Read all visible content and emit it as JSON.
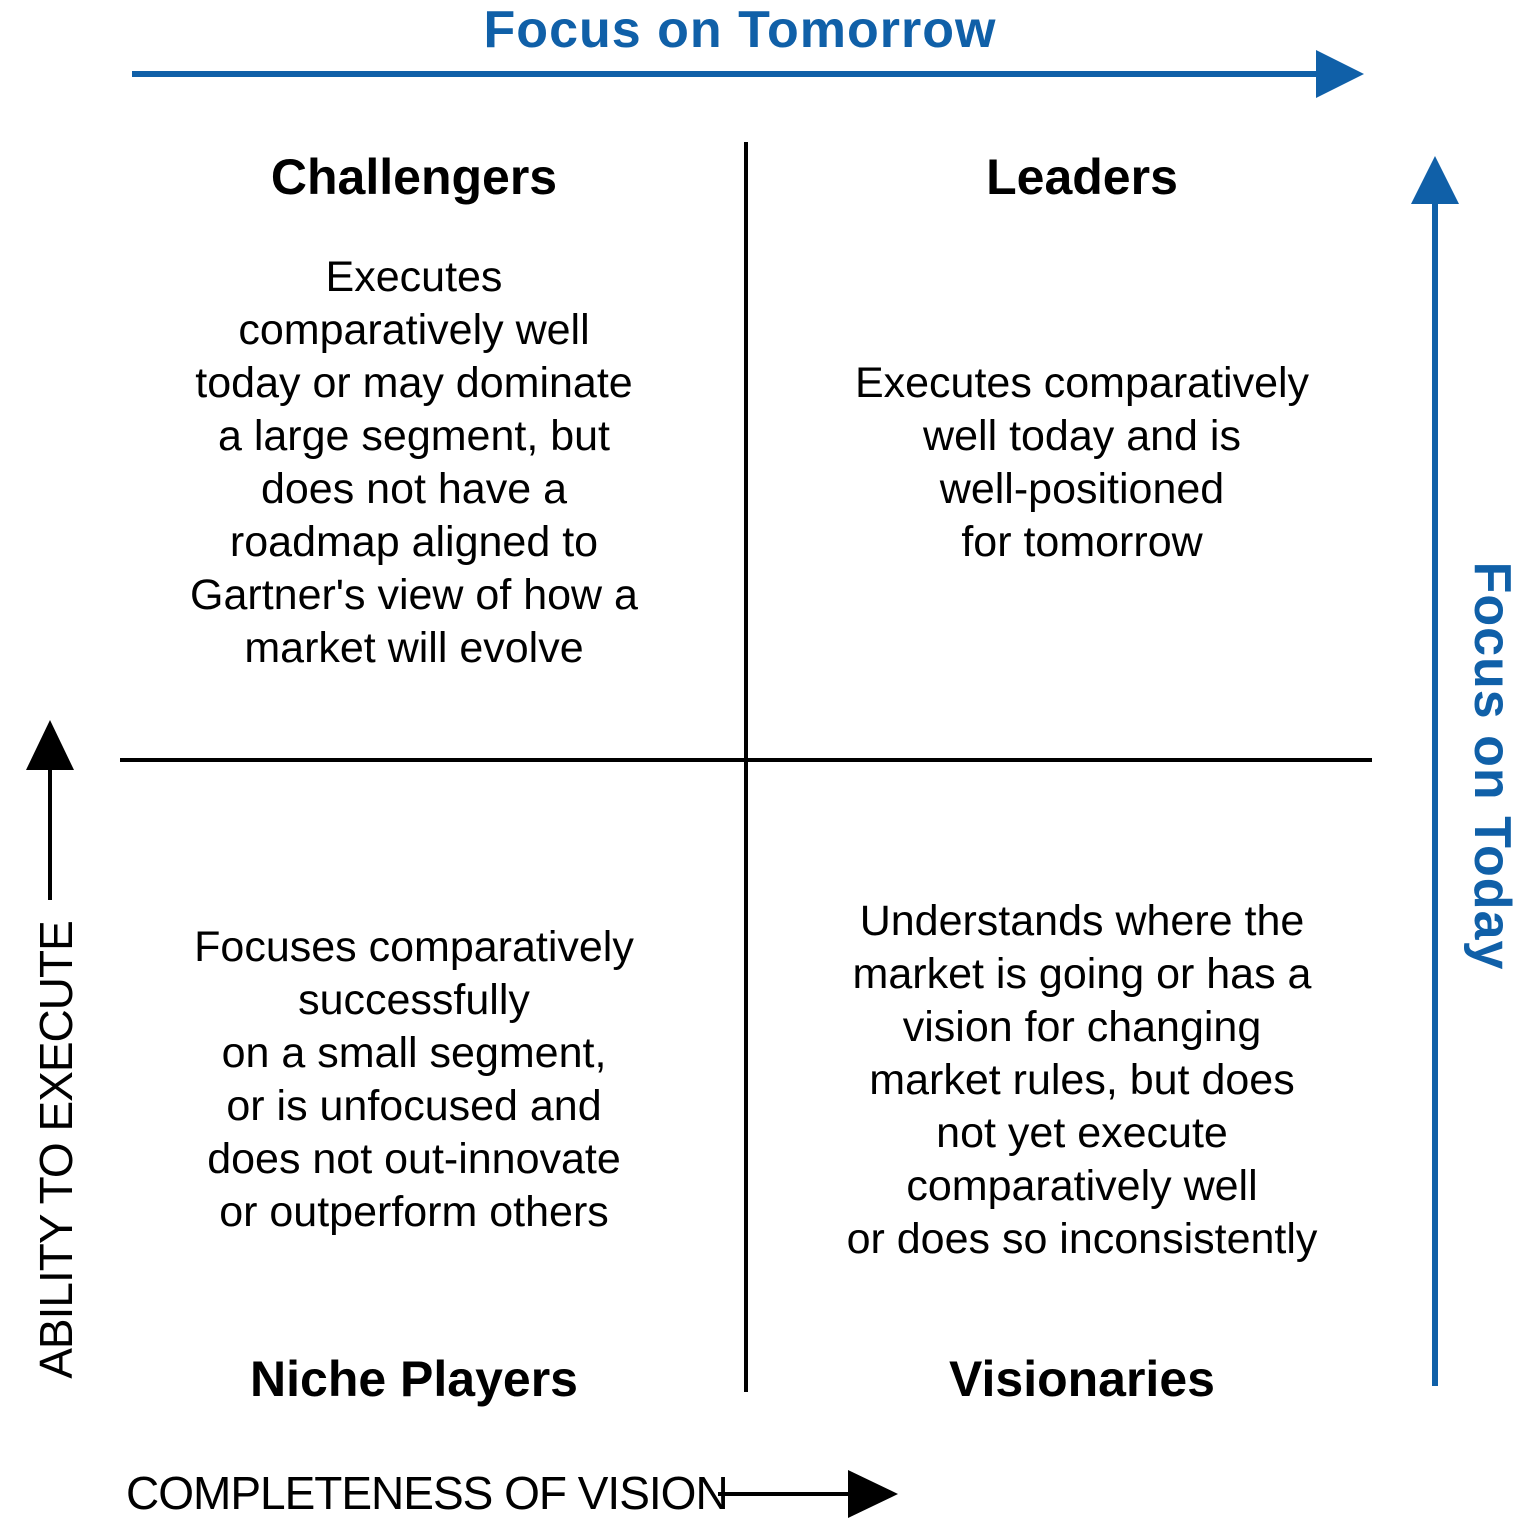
{
  "axes": {
    "top_focus": "Focus on Tomorrow",
    "right_focus": "Focus on Today",
    "y_axis": "ABILITY TO EXECUTE",
    "x_axis": "COMPLETENESS OF VISION"
  },
  "quadrants": {
    "challengers": {
      "title": "Challengers",
      "lines": [
        "Executes",
        "comparatively well",
        "today or may dominate",
        "a large segment, but",
        "does not have a",
        "roadmap aligned to",
        "Gartner's view of how a",
        "market will evolve"
      ]
    },
    "leaders": {
      "title": "Leaders",
      "lines": [
        "Executes comparatively",
        "well today and is",
        "well-positioned",
        "for tomorrow"
      ]
    },
    "niche_players": {
      "title": "Niche Players",
      "lines": [
        "Focuses comparatively",
        "successfully",
        "on a small segment,",
        "or is unfocused and",
        "does not out-innovate",
        "or outperform others"
      ]
    },
    "visionaries": {
      "title": "Visionaries",
      "lines": [
        "Understands where the",
        "market is going or has a",
        "vision for changing",
        "market rules, but does",
        "not yet execute",
        "comparatively well",
        "or does so inconsistently"
      ]
    }
  },
  "colors": {
    "accent": "#1060a8",
    "lines": "#000000"
  }
}
